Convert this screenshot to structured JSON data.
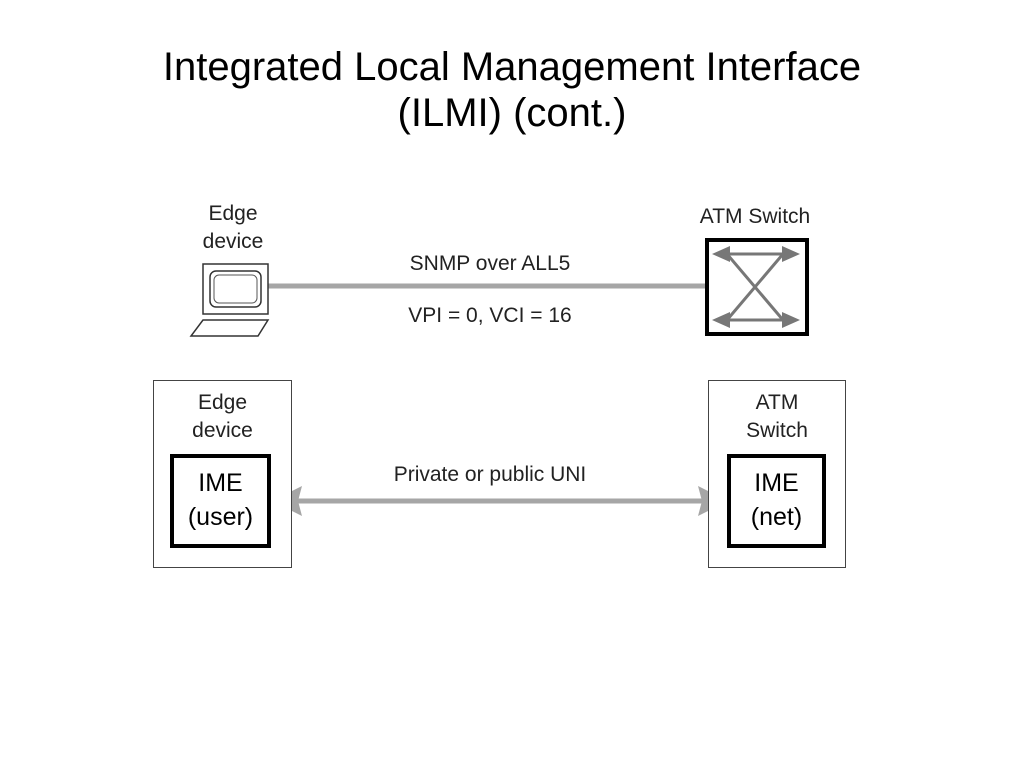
{
  "title": {
    "line1": "Integrated Local Management Interface",
    "line2": "(ILMI) (cont.)"
  },
  "top_diagram": {
    "edge_device_label": [
      "Edge",
      "device"
    ],
    "atm_switch_label": "ATM Switch",
    "link_label_upper": "SNMP over ALL5",
    "link_label_lower": "VPI = 0, VCI = 16",
    "icons": [
      "computer-icon",
      "atm-switch-icon"
    ]
  },
  "bottom_diagram": {
    "edge_box_label": [
      "Edge",
      "device"
    ],
    "switch_box_label": [
      "ATM",
      "Switch"
    ],
    "ime_user": [
      "IME",
      "(user)"
    ],
    "ime_net": [
      "IME",
      "(net)"
    ],
    "link_label": "Private or public UNI"
  },
  "colors": {
    "link": "#a6a6a6",
    "box_border": "#444444",
    "ime_border": "#000000"
  }
}
